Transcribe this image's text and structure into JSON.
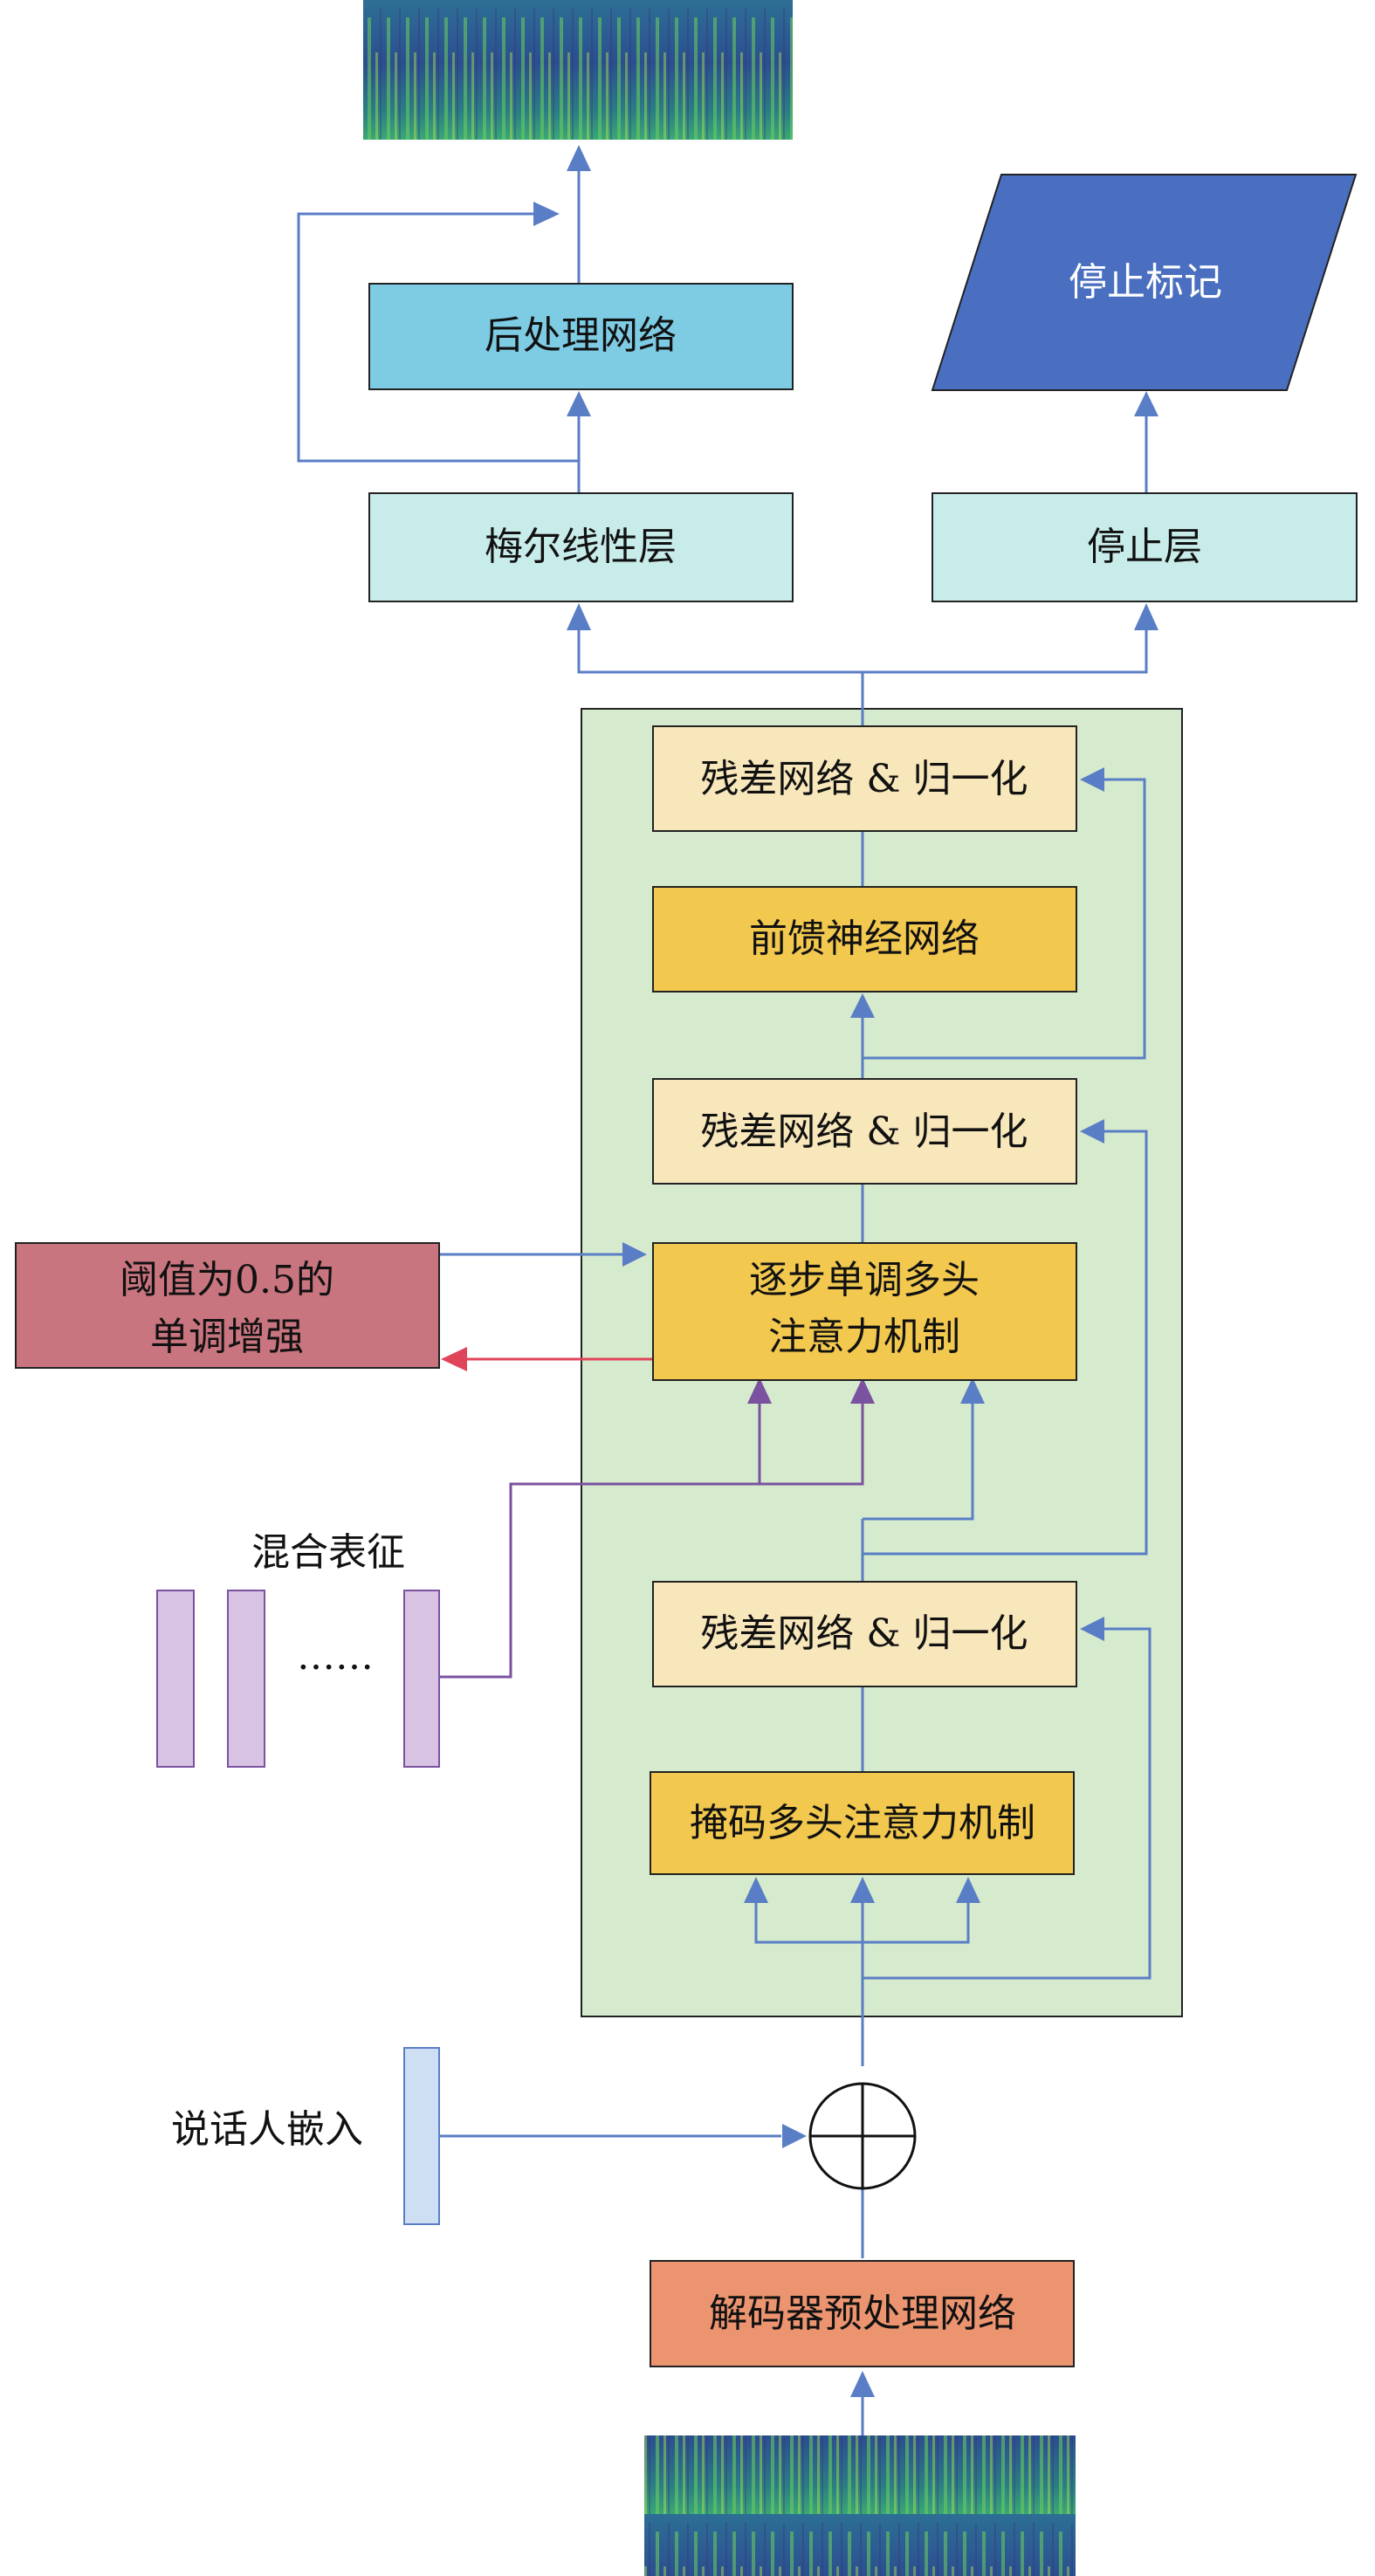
{
  "nodes": {
    "post_net": "后处理网络",
    "stop_token": "停止标记",
    "mel_linear": "梅尔线性层",
    "stop_layer": "停止层",
    "add_norm": "残差网络 & 归一化",
    "ffn": "前馈神经网络",
    "monotonic_attention_line1": "逐步单调多头",
    "monotonic_attention_line2": "注意力机制",
    "threshold_line1": "阈值为0.5的",
    "threshold_line2": "单调增强",
    "mixed_repr": "混合表征",
    "ellipsis": "……",
    "masked_attention": "掩码多头注意力机制",
    "speaker_embedding": "说话人嵌入",
    "decoder_prenet": "解码器预处理网络"
  },
  "colors": {
    "line_blue": "#5a7ec6",
    "line_purple": "#7a52a0",
    "line_red": "#e0445a",
    "decoder_block_bg": "#d6ebcd",
    "light_box": "#f8e7bb",
    "orange_box": "#f2c84f",
    "post_net_box": "#7ecbe4",
    "stop_token_box": "#4a6fc0",
    "linear_box": "#c8ecea",
    "threshold_box": "#c97580",
    "purple_bar": "#d8c4e2",
    "speaker_bar": "#cfdff3",
    "prenet_box": "#ec9470"
  }
}
